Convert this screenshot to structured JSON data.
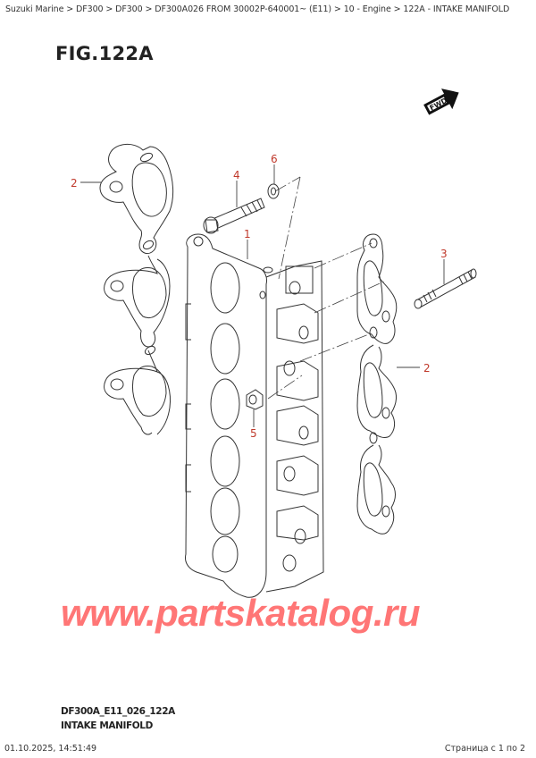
{
  "breadcrumb": {
    "text": "Suzuki Marine > DF300 > DF300 > DF300A026 FROM 30002P-640001~ (E11) > 10 - Engine > 122A - INTAKE MANIFOLD",
    "items": [
      "Suzuki Marine",
      "DF300",
      "DF300",
      "DF300A026 FROM 30002P-640001~ (E11)",
      "10 - Engine",
      "122A - INTAKE MANIFOLD"
    ]
  },
  "figure": {
    "title": "FIG.122A",
    "code": "DF300A_E11_026_122A",
    "name": "INTAKE MANIFOLD",
    "fwd_label": "FWD"
  },
  "callouts": [
    {
      "id": "1",
      "label": "1",
      "part": "intake manifold"
    },
    {
      "id": "2a",
      "label": "2",
      "part": "gasket (left)"
    },
    {
      "id": "2b",
      "label": "2",
      "part": "gasket (right)"
    },
    {
      "id": "3",
      "label": "3",
      "part": "stud"
    },
    {
      "id": "4",
      "label": "4",
      "part": "bolt"
    },
    {
      "id": "5",
      "label": "5",
      "part": "nut"
    },
    {
      "id": "6",
      "label": "6",
      "part": "washer"
    }
  ],
  "watermark": "www.partskatalog.ru",
  "footer": {
    "datetime": "01.10.2025, 14:51:49",
    "page": "Страница с 1 по 2"
  },
  "colors": {
    "callout": "#c0392b",
    "watermark": "#ff6b6b",
    "line": "#333333"
  }
}
